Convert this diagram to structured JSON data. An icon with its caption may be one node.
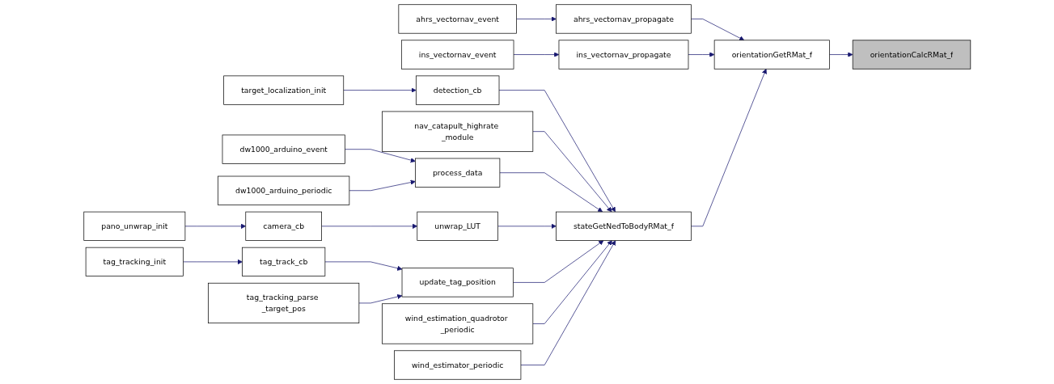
{
  "diagram": {
    "nodes": [
      {
        "text": [
          "orientationCalcRMat_f"
        ]
      },
      {
        "text": [
          "orientationGetRMat_f"
        ]
      },
      {
        "text": [
          "ahrs_vectornav_propagate"
        ]
      },
      {
        "text": [
          "ahrs_vectornav_event"
        ]
      },
      {
        "text": [
          "ins_vectornav_propagate"
        ]
      },
      {
        "text": [
          "ins_vectornav_event"
        ]
      },
      {
        "text": [
          "stateGetNedToBodyRMat_f"
        ]
      },
      {
        "text": [
          "detection_cb"
        ]
      },
      {
        "text": [
          "target_localization_init"
        ]
      },
      {
        "text": [
          "nav_catapult_highrate _module"
        ]
      },
      {
        "text": [
          "process_data"
        ]
      },
      {
        "text": [
          "dw1000_arduino_event"
        ]
      },
      {
        "text": [
          "dw1000_arduino_periodic"
        ]
      },
      {
        "text": [
          "unwrap_LUT"
        ]
      },
      {
        "text": [
          "camera_cb"
        ]
      },
      {
        "text": [
          "pano_unwrap_init"
        ]
      },
      {
        "text": [
          "update_tag_position"
        ]
      },
      {
        "text": [
          "tag_track_cb"
        ]
      },
      {
        "text": [
          "tag_tracking_init"
        ]
      },
      {
        "text": [
          "tag_tracking_parse _target_pos"
        ]
      },
      {
        "text": [
          "wind_estimation_quadrotor _periodic"
        ]
      },
      {
        "text": [
          "wind_estimator_periodic"
        ]
      }
    ],
    "edges": [
      {
        "from": 3,
        "to": 2,
        "arrow": "to"
      },
      {
        "from": 2,
        "to": 1,
        "arrow": "to"
      },
      {
        "from": 5,
        "to": 4,
        "arrow": "to"
      },
      {
        "from": 4,
        "to": 1,
        "arrow": "to"
      },
      {
        "from": 6,
        "to": 1,
        "arrow": "to"
      },
      {
        "from": 1,
        "to": 0,
        "arrow": "to"
      },
      {
        "from": 8,
        "to": 7,
        "arrow": "to"
      },
      {
        "from": 7,
        "to": 6,
        "arrow": "to"
      },
      {
        "from": 9,
        "to": 6,
        "arrow": "to"
      },
      {
        "from": 11,
        "to": 10,
        "arrow": "to"
      },
      {
        "from": 12,
        "to": 10,
        "arrow": "to"
      },
      {
        "from": 10,
        "to": 6,
        "arrow": "to"
      },
      {
        "from": 15,
        "to": 14,
        "arrow": "to"
      },
      {
        "from": 14,
        "to": 13,
        "arrow": "to"
      },
      {
        "from": 13,
        "to": 6,
        "arrow": "to"
      },
      {
        "from": 18,
        "to": 17,
        "arrow": "to"
      },
      {
        "from": 17,
        "to": 16,
        "arrow": "to"
      },
      {
        "from": 19,
        "to": 16,
        "arrow": "to"
      },
      {
        "from": 16,
        "to": 6,
        "arrow": "to"
      },
      {
        "from": 20,
        "to": 6,
        "arrow": "to"
      },
      {
        "from": 21,
        "to": 6,
        "arrow": "to"
      }
    ]
  }
}
